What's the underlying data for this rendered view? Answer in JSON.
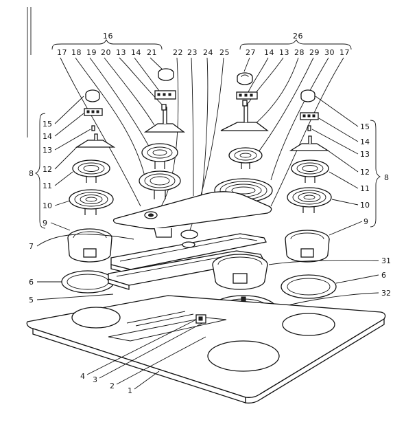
{
  "top_groups": {
    "left": {
      "number": "16",
      "items": [
        "17",
        "18",
        "19",
        "20",
        "13",
        "14",
        "21"
      ]
    },
    "right": {
      "number": "26",
      "items": [
        "27",
        "14",
        "13",
        "28",
        "29",
        "30",
        "17"
      ]
    },
    "center": [
      "22",
      "23",
      "24",
      "25"
    ]
  },
  "left_side": {
    "labels": [
      "15",
      "14",
      "13",
      "12",
      "11",
      "10"
    ],
    "group_number": "8",
    "lower": [
      "9",
      "7",
      "6",
      "5"
    ]
  },
  "right_side": {
    "labels": [
      "15",
      "14",
      "13",
      "12",
      "11",
      "10"
    ],
    "group_number": "8",
    "lower": [
      "9",
      "31",
      "6",
      "32"
    ]
  },
  "bottom_labels": [
    "4",
    "3",
    "2",
    "1"
  ]
}
